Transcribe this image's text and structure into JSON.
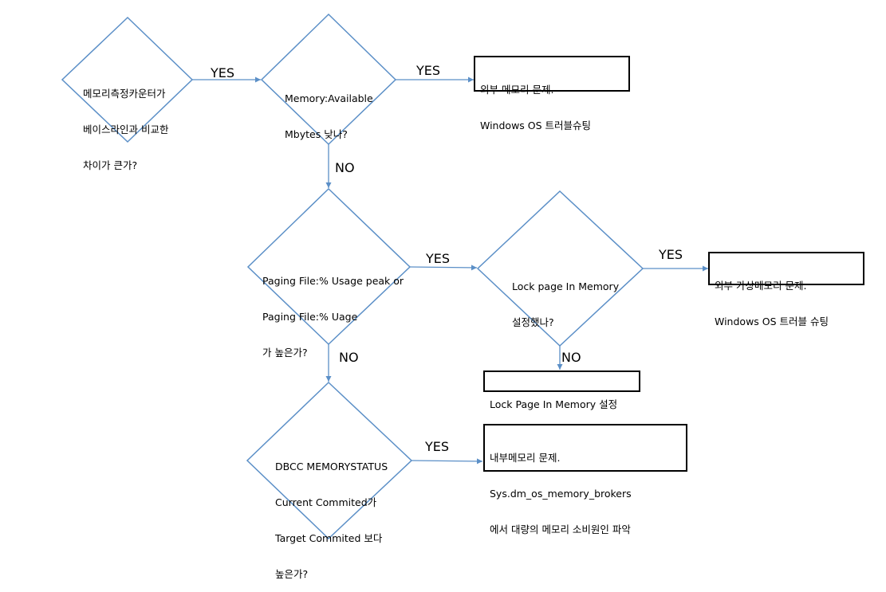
{
  "diagram": {
    "decisions": {
      "d1": {
        "lines": [
          "메모리측정카운터가",
          "베이스라인과 비교한",
          "차이가 큰가?"
        ]
      },
      "d2": {
        "lines": [
          "Memory:Available",
          "Mbytes 낮나?"
        ]
      },
      "d3": {
        "lines": [
          "Paging File:% Usage peak or",
          "Paging File:% Uage",
          "가 높은가?"
        ]
      },
      "d4": {
        "lines": [
          "Lock page In Memory",
          "설정했나?"
        ]
      },
      "d5": {
        "lines": [
          "DBCC MEMORYSTATUS",
          "Current Commited가",
          "Target Commited 보다",
          "높은가?"
        ]
      }
    },
    "results": {
      "r1": {
        "lines": [
          "외부 메모리 문제.",
          "Windows OS 트러블슈팅"
        ]
      },
      "r2": {
        "lines": [
          "외부 가상메모리 문제.",
          "Windows OS 트러블 슈팅"
        ]
      },
      "r3": {
        "lines": [
          "Lock Page In Memory 설정"
        ]
      },
      "r4": {
        "lines": [
          "내부메모리 문제.",
          "Sys.dm_os_memory_brokers",
          "에서 대량의 메모리 소비원인 파악"
        ]
      }
    },
    "edge_labels": {
      "d1_to_d2": "YES",
      "d2_to_r1": "YES",
      "d2_to_d3": "NO",
      "d3_to_d4": "YES",
      "d4_to_r2": "YES",
      "d4_to_r3": "NO",
      "d3_to_d5": "NO",
      "d5_to_r4": "YES"
    },
    "colors": {
      "diamond_stroke": "#5b8fc7",
      "arrow": "#5b8fc7",
      "box_border": "#000000"
    }
  }
}
